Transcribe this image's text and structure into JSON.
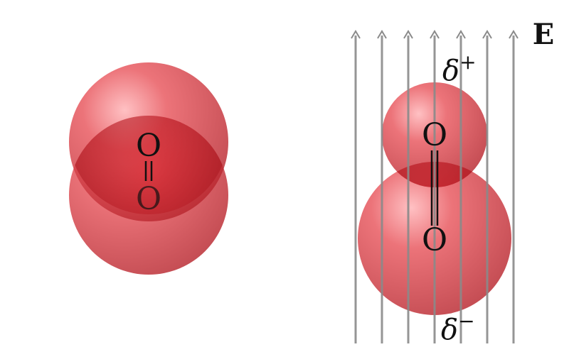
{
  "left_molecule": {
    "top_atom": "O",
    "bottom_atom": "O"
  },
  "right_molecule": {
    "top_atom": "O",
    "bottom_atom": "O",
    "top_charge_symbol": "δ",
    "top_charge_sign": "+",
    "bottom_charge_symbol": "δ",
    "bottom_charge_sign": "−"
  },
  "field": {
    "label": "E",
    "line_count": 7
  },
  "colors": {
    "sphere": "#d9474f",
    "sphere_highlight": "#ff8a8f",
    "sphere_dark": "#b0222b",
    "overlap": "#a8151d",
    "field_line": "#8a8a8a",
    "bond": "#111111"
  }
}
